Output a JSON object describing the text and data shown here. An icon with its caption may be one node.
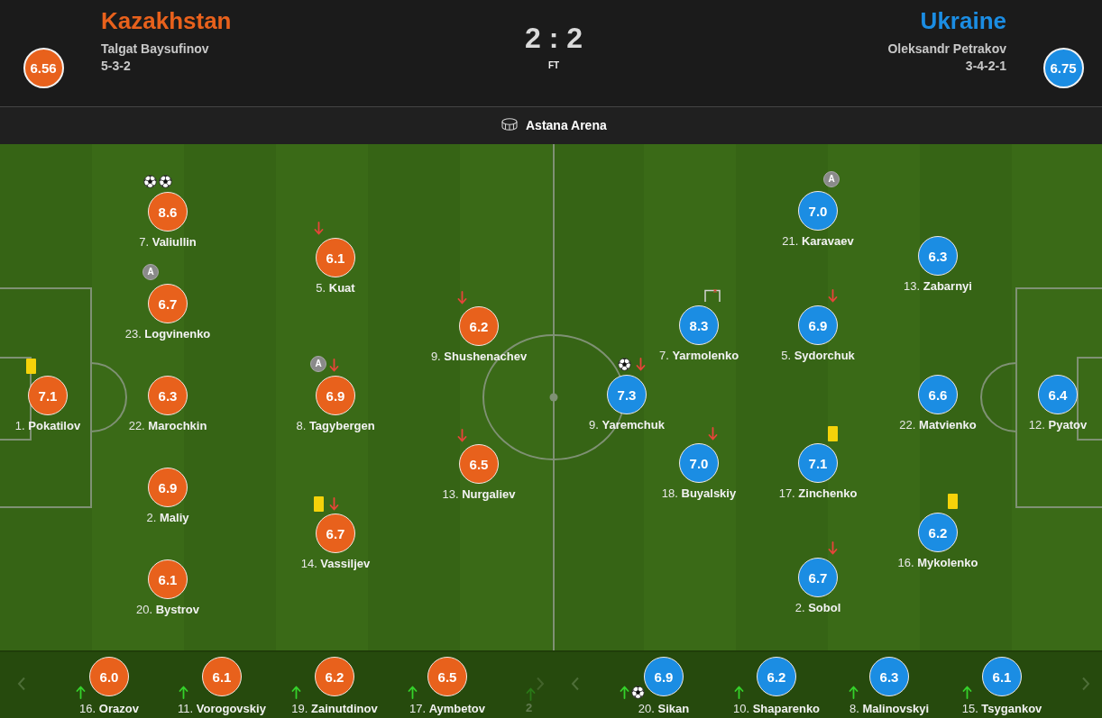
{
  "diagram": {
    "nodes": [
      {
        "text": [
          "6.56"
        ]
      },
      {
        "text": [
          "6.75"
        ]
      },
      {
        "text": [
          "7.1"
        ],
        "beside": [
          "1. **Pokatilov**"
        ]
      },
      {
        "text": [
          "8.6"
        ],
        "beside": [
          "7. **Valiullin**"
        ]
      },
      {
        "text": [
          "A"
        ]
      },
      {
        "text": [
          "6.7"
        ],
        "beside": [
          "23. **Logvinenko**"
        ]
      },
      {
        "text": [
          "6.3"
        ],
        "beside": [
          "22. **Marochkin**"
        ]
      },
      {
        "text": [
          "6.9"
        ],
        "beside": [
          "2. **Maliy**"
        ]
      },
      {
        "text": [
          "6.1"
        ],
        "beside": [
          "20. **Bystrov**"
        ]
      },
      {
        "text": [
          "6.1"
        ],
        "beside": [
          "5. **Kuat**"
        ]
      },
      {
        "text": [
          "A"
        ]
      },
      {
        "text": [
          "6.9"
        ],
        "beside": [
          "8. **Tagybergen**"
        ]
      },
      {
        "text": [
          "6.7"
        ],
        "beside": [
          "14. **Vassiljev**"
        ]
      },
      {
        "text": [
          "6.2"
        ],
        "beside": [
          "9. **Shushenachev**"
        ]
      },
      {
        "text": [
          "6.5"
        ],
        "beside": [
          "13. **Nurgaliev**"
        ]
      },
      {
        "text": [
          "7.3"
        ],
        "beside": [
          "9. **Yaremchuk**"
        ]
      },
      {
        "text": [
          "8.3"
        ],
        "beside": [
          "7. **Yarmolenko**"
        ]
      },
      {
        "text": [
          "7.0"
        ],
        "beside": [
          "18. **Buyalskiy**"
        ]
      },
      {
        "text": [
          "A"
        ]
      },
      {
        "text": [
          "7.0"
        ],
        "beside": [
          "21. **Karavaev**"
        ]
      },
      {
        "text": [
          "6.9"
        ],
        "beside": [
          "5. **Sydorchuk**"
        ]
      },
      {
        "text": [
          "7.1"
        ],
        "beside": [
          "17. **Zinchenko**"
        ]
      },
      {
        "text": [
          "6.7"
        ],
        "beside": [
          "2. **Sobol**"
        ]
      },
      {
        "text": [
          "6.3"
        ],
        "beside": [
          "13. **Zabarnyi**"
        ]
      },
      {
        "text": [
          "6.6"
        ],
        "beside": [
          "22. **Matvienko**"
        ]
      },
      {
        "text": [
          "6.2"
        ],
        "beside": [
          "16. **Mykolenko**"
        ]
      },
      {
        "text": [
          "6.4"
        ],
        "beside": [
          "12. **Pyatov**"
        ]
      },
      {
        "text": [
          "6.0"
        ],
        "beside": [
          "16. **Orazov**"
        ]
      },
      {
        "text": [
          "6.1"
        ],
        "beside": [
          "11. **Vorogovskiy**"
        ]
      },
      {
        "text": [
          "6.2"
        ],
        "beside": [
          "19. **Zainutdinov**"
        ]
      },
      {
        "text": [
          "6.5"
        ],
        "beside": [
          "17. **Aymbetov**"
        ]
      },
      {
        "text": [
          "6.9"
        ],
        "beside": [
          "20. **Sikan**"
        ]
      },
      {
        "text": [
          "6.2"
        ],
        "beside": [
          "10. **Shaparenko**"
        ]
      },
      {
        "text": [
          "6.3"
        ],
        "beside": [
          "8. **Malinovskyi**"
        ]
      },
      {
        "text": [
          "6.1"
        ],
        "beside": [
          "15. **Tsygankov**"
        ]
      }
    ],
    "labels": [
      "Kazakhstan",
      "Talgat Baysufinov",
      "5-3-2",
      "2 : 2",
      "FT",
      "Ukraine",
      "Oleksandr Petrakov",
      "3-4-2-1",
      "Astana Arena",
      "2"
    ]
  }
}
